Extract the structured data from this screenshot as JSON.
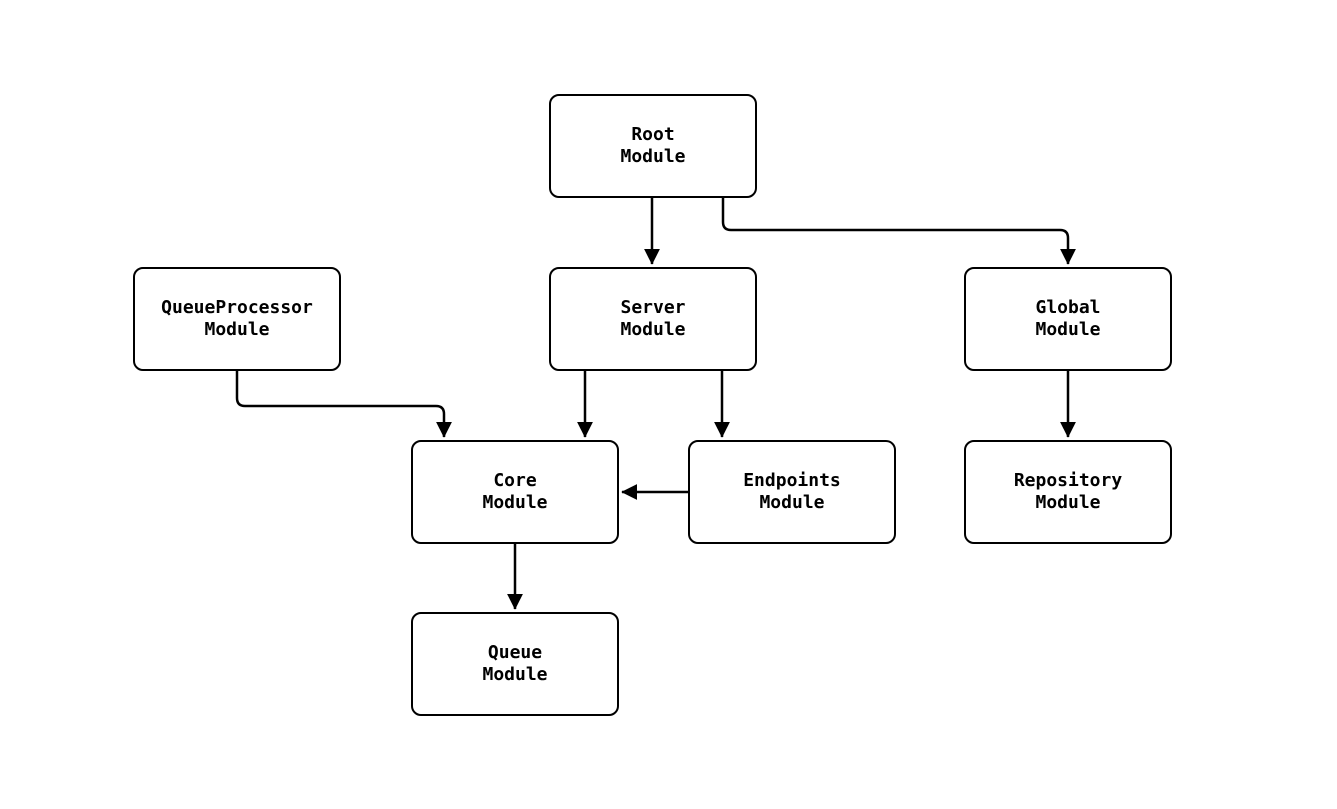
{
  "diagram": {
    "type": "flowchart",
    "background_color": "#ffffff",
    "stroke_color": "#000000",
    "node_fill_color": "#ffffff",
    "nodes": {
      "root": {
        "label": "Root\nModule"
      },
      "queueprocessor": {
        "label": "QueueProcessor\nModule"
      },
      "server": {
        "label": "Server\nModule"
      },
      "global": {
        "label": "Global\nModule"
      },
      "core": {
        "label": "Core\nModule"
      },
      "endpoints": {
        "label": "Endpoints\nModule"
      },
      "repository": {
        "label": "Repository\nModule"
      },
      "queue": {
        "label": "Queue\nModule"
      }
    },
    "edges": [
      {
        "from": "Root Module",
        "to": "Server Module"
      },
      {
        "from": "Root Module",
        "to": "Global Module"
      },
      {
        "from": "QueueProcessor Module",
        "to": "Core Module"
      },
      {
        "from": "Server Module",
        "to": "Core Module"
      },
      {
        "from": "Server Module",
        "to": "Endpoints Module"
      },
      {
        "from": "Endpoints Module",
        "to": "Core Module"
      },
      {
        "from": "Global Module",
        "to": "Repository Module"
      },
      {
        "from": "Core Module",
        "to": "Queue Module"
      }
    ]
  }
}
